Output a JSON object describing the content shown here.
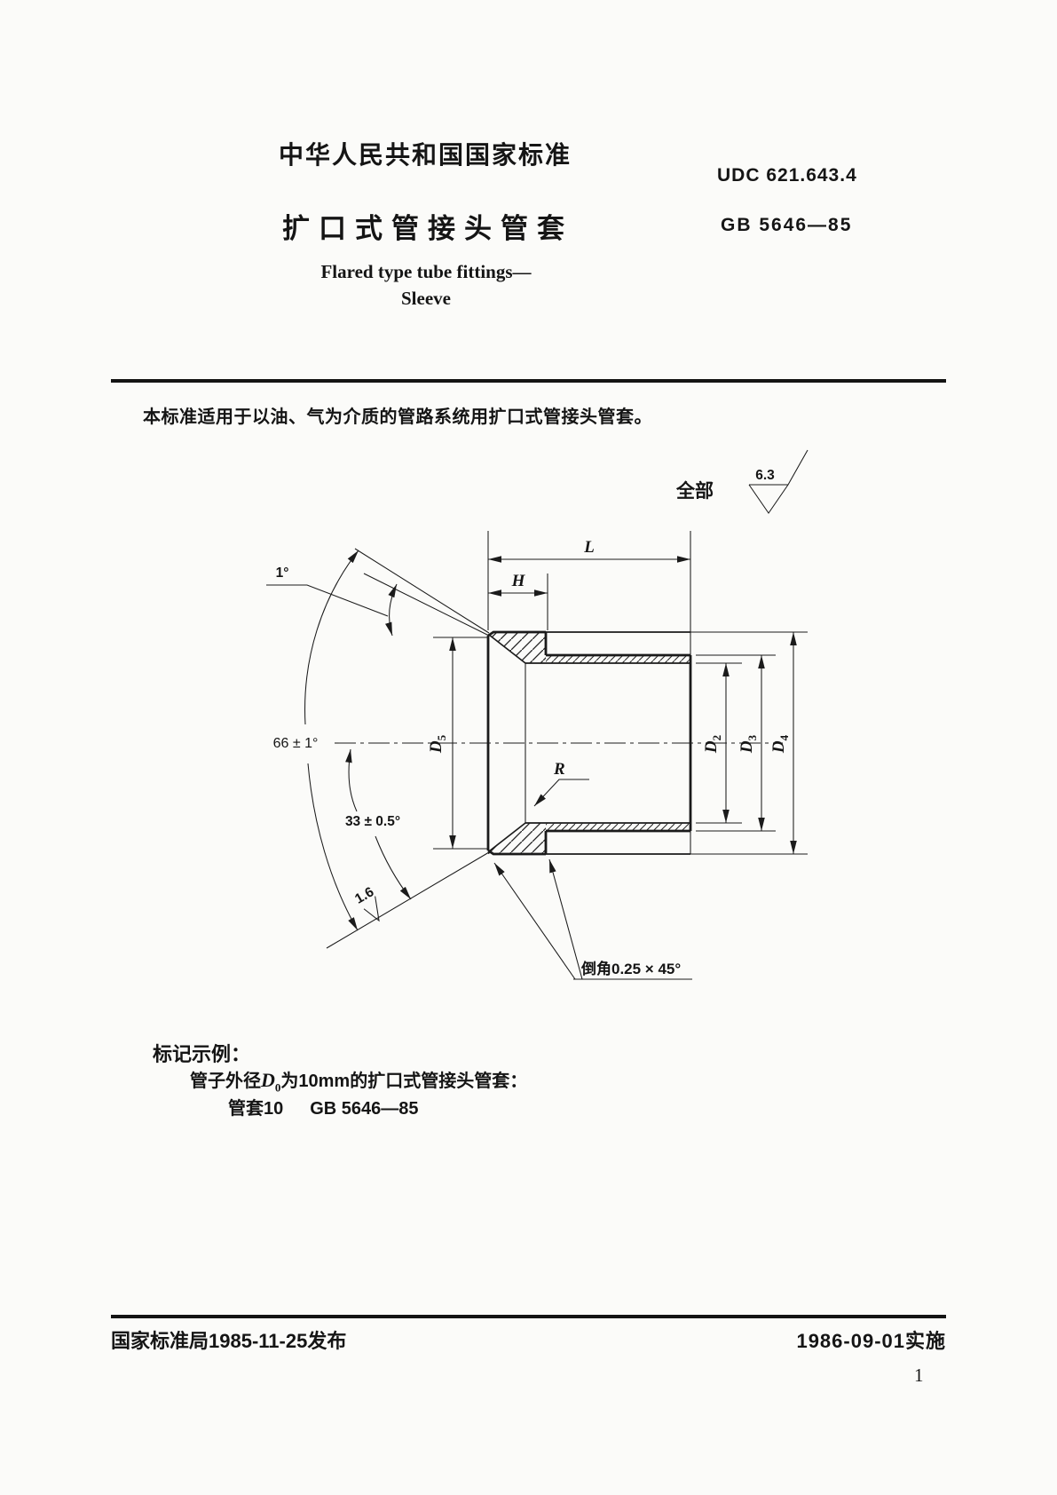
{
  "header": {
    "org_title": "中华人民共和国国家标准",
    "udc": "UDC 621.643.4",
    "title_zh": "扩口式管接头管套",
    "standard_no": "GB 5646—85",
    "title_en_line1": "Flared type tube fittings—",
    "title_en_line2": "Sleeve"
  },
  "scope": {
    "text": "本标准适用于以油、气为介质的管路系统用扩口式管接头管套。"
  },
  "drawing": {
    "surface_note": {
      "scope_label": "全部",
      "roughness": "6.3"
    },
    "labels": {
      "length": "L",
      "head_length": "H",
      "radius": "R",
      "d2": {
        "base": "D",
        "sub": "2"
      },
      "d3": {
        "base": "D",
        "sub": "3"
      },
      "d4": {
        "base": "D",
        "sub": "4"
      },
      "d5": {
        "base": "D",
        "sub": "5"
      },
      "angle_tolerance": "1°",
      "cone_angle": "66 ± 1°",
      "half_cone_angle": "33 ± 0.5°",
      "seat_roughness": "1.6",
      "chamfer": "倒角0.25 × 45°"
    }
  },
  "marking_example": {
    "heading": "标记示例：",
    "line_prefix": "管子外径",
    "diameter_symbol": {
      "base": "D",
      "sub": "0"
    },
    "line_suffix": "为10mm的扩口式管接头管套：",
    "designation_name": "管套10",
    "designation_standard": "GB 5646—85"
  },
  "footer": {
    "issued": "国家标准局1985-11-25发布",
    "implemented": "1986-09-01实施",
    "page_number": "1"
  }
}
